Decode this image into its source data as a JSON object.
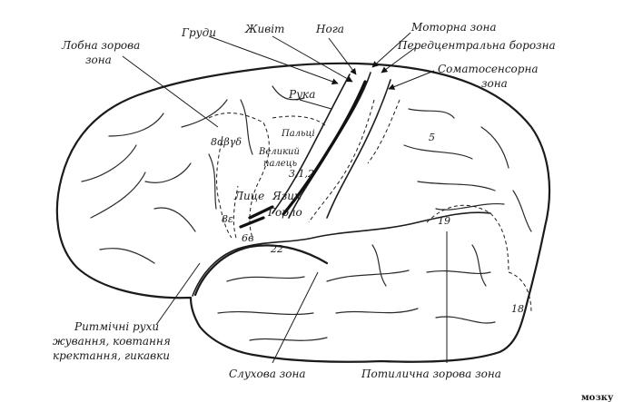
{
  "labels": {
    "frontal_visual": [
      "Лобна зорова",
      "зона"
    ],
    "chest": "Груди",
    "abdomen": "Живіт",
    "leg": "Нога",
    "motor": "Моторна зона",
    "precentral": "Передцентральна борозна",
    "somatosensory": [
      "Соматосенсорна",
      "зона"
    ],
    "arm": "Рука",
    "fingers": "Пальці",
    "thumb": [
      "Великий",
      "палець"
    ],
    "face": "Лице",
    "tongue": "Язик",
    "throat": "Горло",
    "rhythmic": [
      "Ритмічні рухи",
      "жування, ковтання",
      "кректання, гикавки"
    ],
    "auditory": "Слухова зона",
    "occipital_visual": "Потилична зорова зона",
    "corner": "мозку"
  },
  "areas": {
    "a8": "8αβγδ",
    "a8e": "8ε",
    "a6": "6в",
    "a22": "22",
    "a312": "3,1,2",
    "a5": "5",
    "a19": "19",
    "a18": "18"
  }
}
